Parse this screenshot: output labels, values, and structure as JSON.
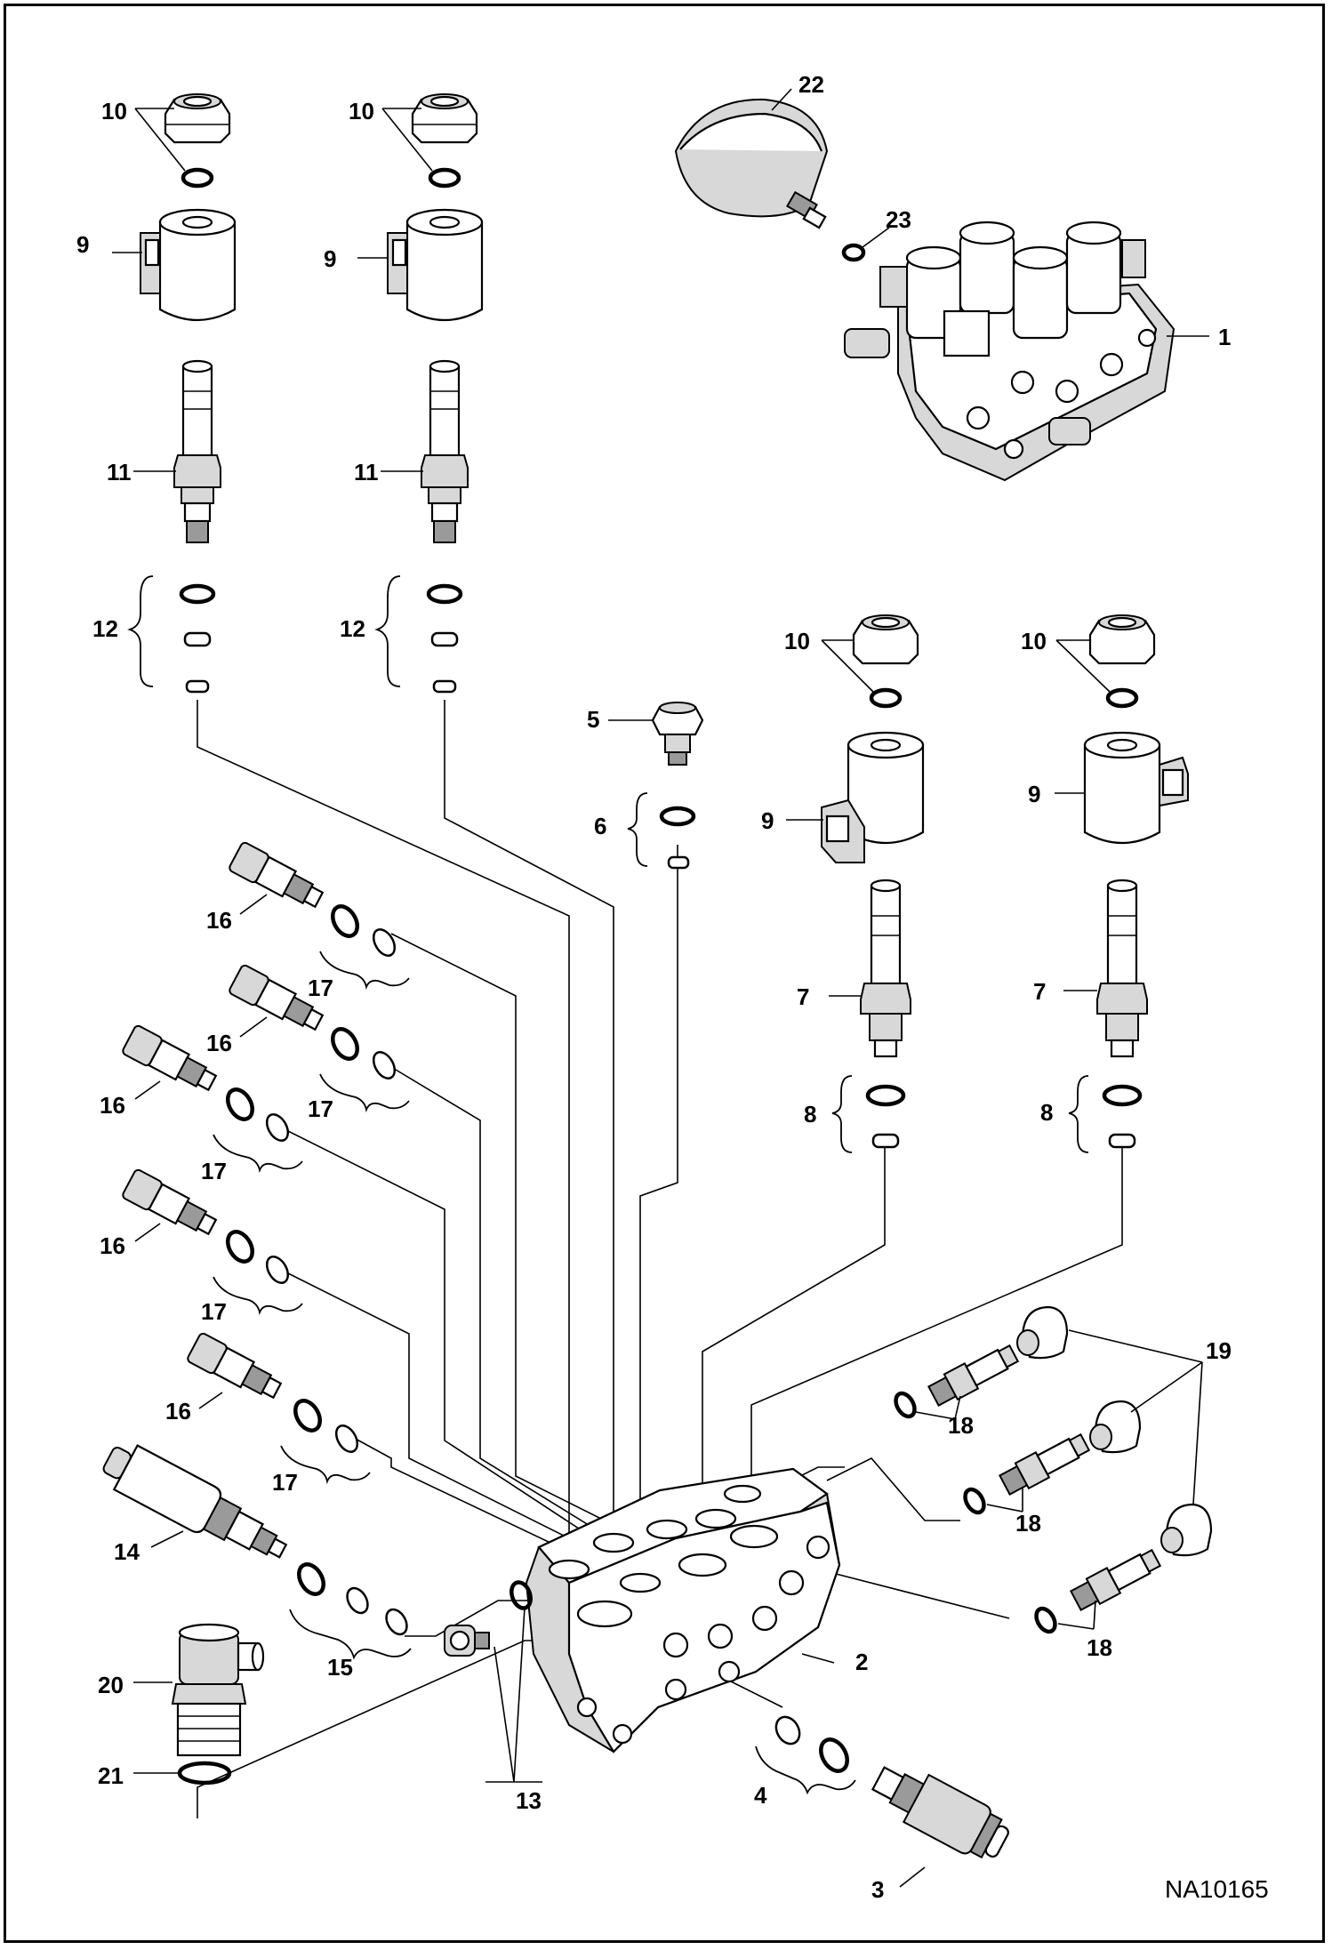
{
  "figure_id": "NA10165",
  "callouts": {
    "c1": "1",
    "c2": "2",
    "c3": "3",
    "c4": "4",
    "c5": "5",
    "c6": "6",
    "c7": "7",
    "c8": "8",
    "c9": "9",
    "c10": "10",
    "c11": "11",
    "c12": "12",
    "c13": "13",
    "c14": "14",
    "c15": "15",
    "c16": "16",
    "c17": "17",
    "c18": "18",
    "c19": "19",
    "c20": "20",
    "c21": "21",
    "c22": "22",
    "c23": "23"
  }
}
